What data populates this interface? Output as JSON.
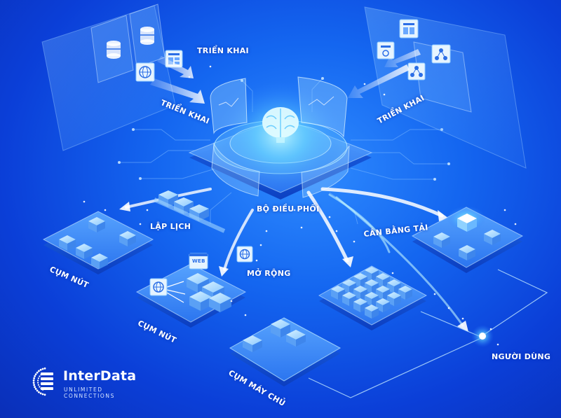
{
  "labels": {
    "deploy_left_top": "TRIỂN KHAI",
    "deploy_left_arrow": "TRIỂN KHAI",
    "deploy_right": "TRIỂN KHAI",
    "orchestrator": "BỘ ĐIỀU PHỐI",
    "scheduling": "LẬP LỊCH",
    "scaling": "MỞ RỘNG",
    "load_balancing": "CÂN BẰNG TẢI",
    "node_cluster_1": "CỤM NÚT",
    "node_cluster_2": "CỤM NÚT",
    "server_cluster": "CỤM MÁY CHỦ",
    "user": "NGƯỜI DÙNG",
    "web_badge": "WEB"
  },
  "brand": {
    "name": "InterData",
    "tagline": "UNLIMITED CONNECTIONS"
  },
  "icons": [
    "database-icon",
    "globe-icon",
    "brain-icon",
    "web-window-icon",
    "cube-icon",
    "network-icon"
  ],
  "colors": {
    "background": "#0b3fd8",
    "glow": "#7fe8ff",
    "platform_top": "#3d8bff",
    "platform_side": "#1a5fe0",
    "cube": "#9fd4ff"
  }
}
